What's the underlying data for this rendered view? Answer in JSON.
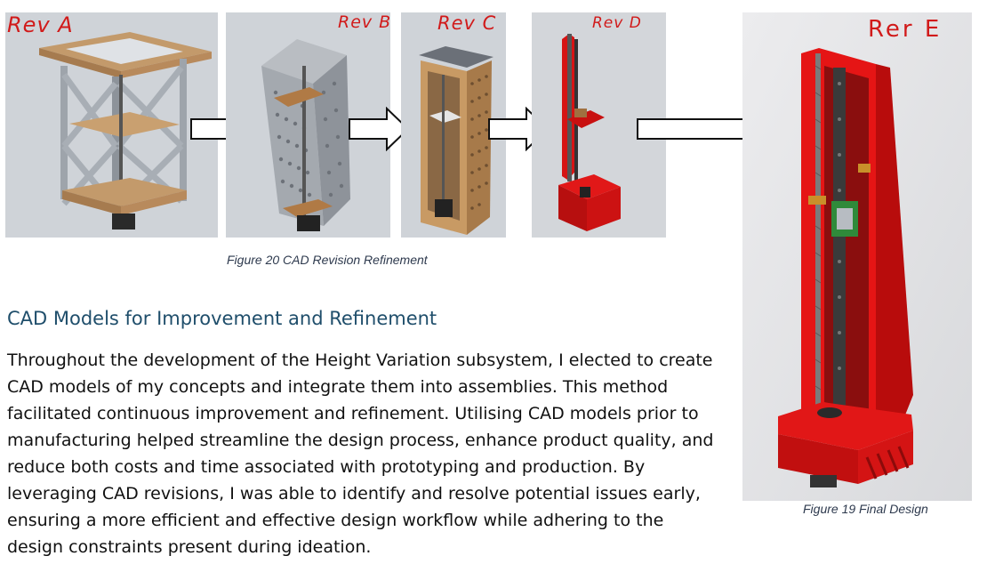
{
  "revisions": {
    "a": {
      "label": "Rev A"
    },
    "b": {
      "label": "Rev B"
    },
    "c": {
      "label": "Rev C"
    },
    "d": {
      "label": "Rev D"
    },
    "e": {
      "label": "Rer E"
    }
  },
  "captions": {
    "revision_refinement": "Figure 20 CAD Revision Refinement",
    "final_design": "Figure 19 Final Design"
  },
  "section": {
    "heading": "CAD Models for Improvement and Refinement",
    "body": "Throughout the development of the Height Variation subsystem, I elected to create CAD models of my concepts and integrate them into assemblies. This method facilitated continuous improvement and refinement. Utilising CAD models prior to manufacturing helped streamline the design process, enhance product quality, and reduce both costs and time associated with prototyping and production. By leveraging CAD revisions, I was able to identify and resolve potential issues early, ensuring a more efficient and effective design workflow while adhering to the design constraints present during ideation."
  }
}
